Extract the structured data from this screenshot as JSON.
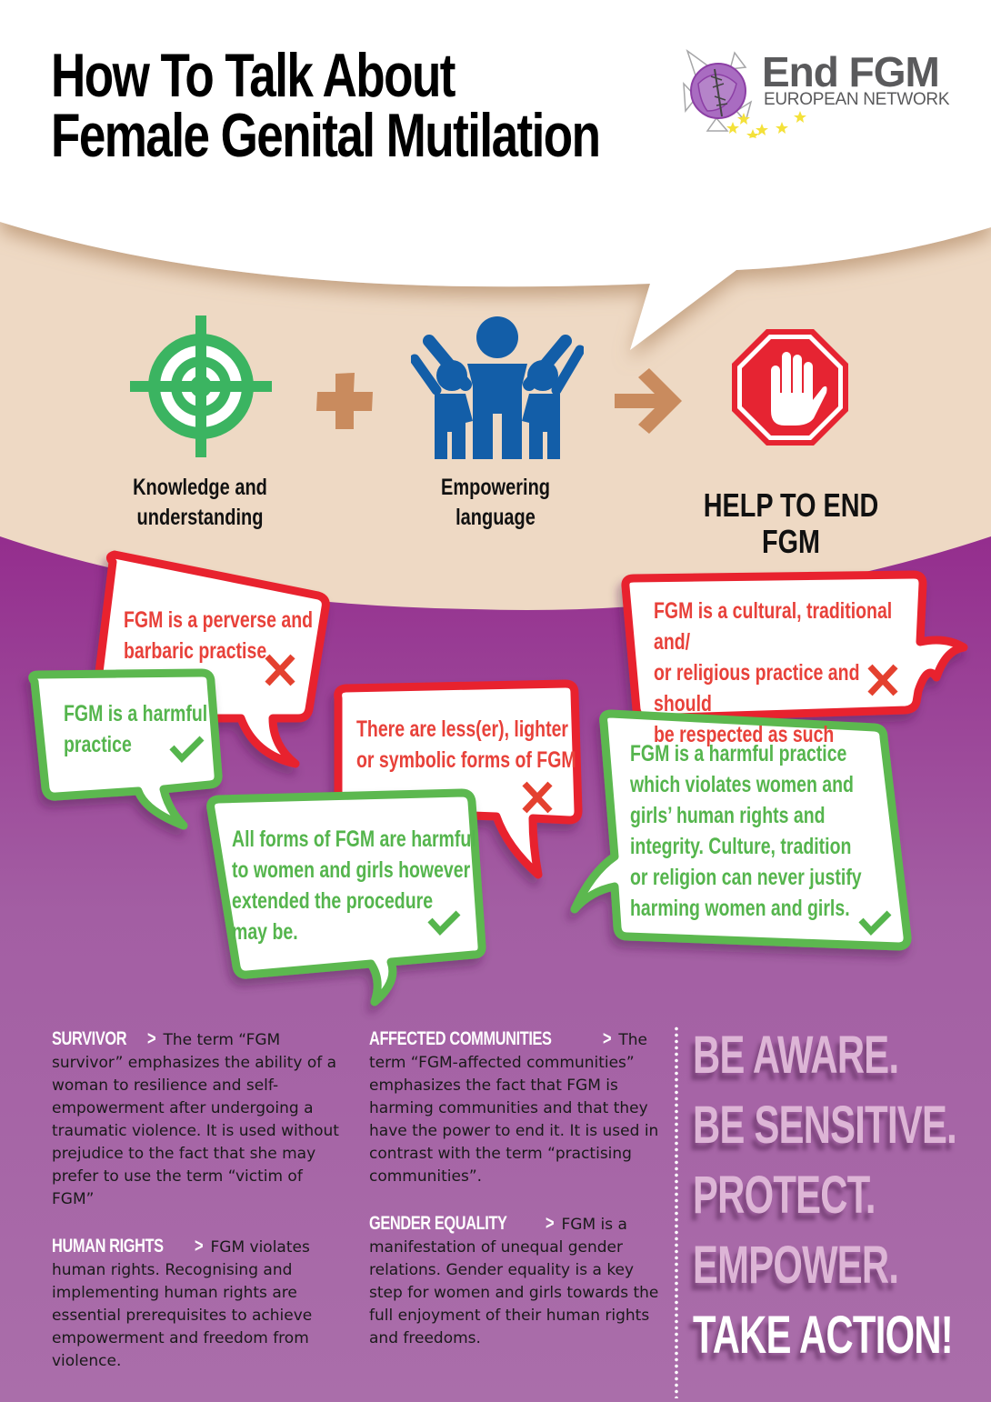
{
  "header": {
    "title_line1": "How To Talk About",
    "title_line2": "Female Genital Mutilation",
    "logo": {
      "name": "End FGM",
      "subtitle": "EUROPEAN NETWORK"
    }
  },
  "equation": {
    "items": [
      {
        "icon": "target-icon",
        "label_line1": "Knowledge and",
        "label_line2": "understanding"
      },
      {
        "icon": "people-cheering-icon",
        "label_line1": "Empowering",
        "label_line2": "language"
      },
      {
        "icon": "stop-hand-icon",
        "label_line1": "HELP TO END FGM"
      }
    ],
    "operator_plus": "plus-icon",
    "operator_arrow": "arrow-right-icon"
  },
  "bubbles": [
    {
      "type": "incorrect",
      "text": "FGM is a perverse and\nbarbaric practise"
    },
    {
      "type": "correct",
      "text": "FGM is a harmful\npractice"
    },
    {
      "type": "incorrect",
      "text": "There are less(er), lighter\nor symbolic forms of FGM"
    },
    {
      "type": "correct",
      "text": "All forms of FGM are harmful\n to women and girls however\n  extended the procedure\n   may be."
    },
    {
      "type": "incorrect",
      "text": "FGM is a cultural, traditional and/\nor religious practice and should\nbe respected as such"
    },
    {
      "type": "correct",
      "text": "FGM is a harmful practice\n which violates women and\n girls’ human rights and\n integrity. Culture, tradition\n  or religion can never justify\n  harming women and girls."
    }
  ],
  "terms": [
    {
      "label": "SURVIVOR",
      "separator": ">",
      "text": "The term “FGM survivor” emphasizes the ability of a woman to resilience and self-empowerment after undergoing a traumatic violence. It is used without prejudice to the fact that she may prefer to use the term “victim of FGM”"
    },
    {
      "label": "HUMAN RIGHTS",
      "separator": ">",
      "text": "FGM violates human rights. Recognising and implementing human rights are essential prerequisites to achieve empowerment and freedom from violence."
    },
    {
      "label": "AFFECTED COMMUNITIES",
      "separator": ">",
      "text": "The term “FGM-affected communities” emphasizes the fact that FGM is harming communities and that they have the power to end it. It is used in contrast with the term “practising communities”."
    },
    {
      "label": "GENDER EQUALITY",
      "separator": ">",
      "text": "FGM is a manifestation of unequal gender relations. Gender equality is a key step for women and girls towards the full enjoyment of their human rights and freedoms."
    }
  ],
  "slogan": [
    "BE AWARE.",
    "BE SENSITIVE.",
    "PROTECT.",
    "EMPOWER.",
    "TAKE ACTION!"
  ],
  "colors": {
    "beige": "#eed9c4",
    "purple_top": "#932a8c",
    "purple_bottom": "#a96aa9",
    "red": "#e8232f",
    "green": "#5bb84f",
    "target_green": "#3bb461",
    "people_blue": "#135ea8",
    "operator_brown": "#c98b5e"
  }
}
